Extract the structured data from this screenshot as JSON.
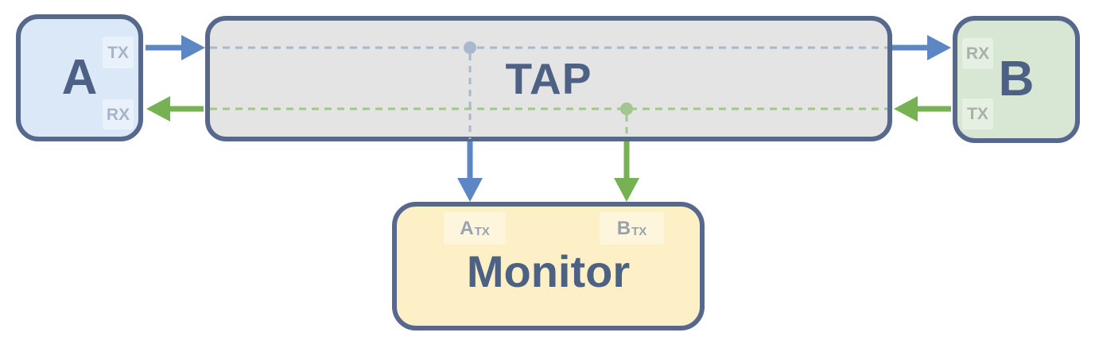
{
  "theme": {
    "slate": "#56688c",
    "ink": "#4d6185",
    "blue": "#5c87c4",
    "green": "#76b153",
    "blue_soft": "#a8b9ce",
    "green_soft": "#a3c58e",
    "node_a_fill": "#dbe8f7",
    "node_a_chip": "#e9f1fb",
    "node_a_chip_text": "#a6b4ca",
    "node_b_fill": "#d7e7d4",
    "node_b_chip": "#e5efe2",
    "node_b_chip_text": "#a7b1a9",
    "tap_fill": "#e4e4e5",
    "monitor_fill": "#fdf0c7",
    "monitor_chip": "#fdf6dd",
    "monitor_chip_text": "#9aa2af"
  },
  "nodes": {
    "a": {
      "label": "A",
      "ports": {
        "tx": "TX",
        "rx": "RX"
      }
    },
    "tap": {
      "label": "TAP"
    },
    "b": {
      "label": "B",
      "ports": {
        "rx": "RX",
        "tx": "TX"
      }
    },
    "monitor": {
      "label": "Monitor",
      "ports": {
        "a_tx": {
          "base": "A",
          "sub": "TX"
        },
        "b_tx": {
          "base": "B",
          "sub": "TX"
        }
      }
    }
  }
}
